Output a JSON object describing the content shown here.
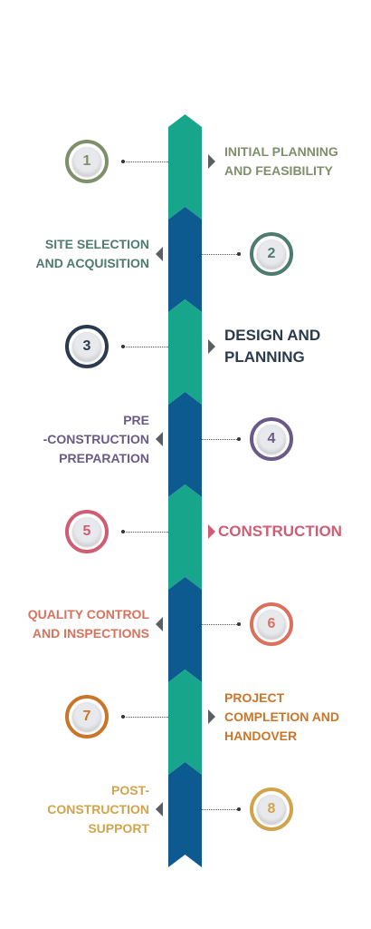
{
  "colors": {
    "spine_green": "#17a58b",
    "spine_blue": "#0d5a91",
    "pointer": "#5a5f66"
  },
  "steps": [
    {
      "number": "1",
      "lines": [
        "INITIAL PLANNING",
        "AND FEASIBILITY"
      ],
      "color": "#7f8f6c",
      "side": "right",
      "segment": "green"
    },
    {
      "number": "2",
      "lines": [
        "SITE SELECTION",
        "AND ACQUISITION"
      ],
      "color": "#4e7b70",
      "side": "left",
      "segment": "blue"
    },
    {
      "number": "3",
      "lines": [
        "DESIGN AND",
        "PLANNING"
      ],
      "color": "#2b3b4d",
      "side": "right",
      "segment": "green"
    },
    {
      "number": "4",
      "lines": [
        "PRE",
        "-CONSTRUCTION",
        "PREPARATION"
      ],
      "color": "#6a5a86",
      "side": "left",
      "segment": "blue"
    },
    {
      "number": "5",
      "lines": [
        "CONSTRUCTION"
      ],
      "color": "#cf5d74",
      "side": "right",
      "segment": "green"
    },
    {
      "number": "6",
      "lines": [
        "QUALITY CONTROL",
        "AND INSPECTIONS"
      ],
      "color": "#d9725c",
      "side": "left",
      "segment": "blue"
    },
    {
      "number": "7",
      "lines": [
        "PROJECT",
        "COMPLETION AND",
        "HANDOVER"
      ],
      "color": "#c9762b",
      "side": "right",
      "segment": "green"
    },
    {
      "number": "8",
      "lines": [
        "POST-",
        "CONSTRUCTION",
        "SUPPORT"
      ],
      "color": "#d1a44c",
      "side": "left",
      "segment": "blue"
    }
  ]
}
